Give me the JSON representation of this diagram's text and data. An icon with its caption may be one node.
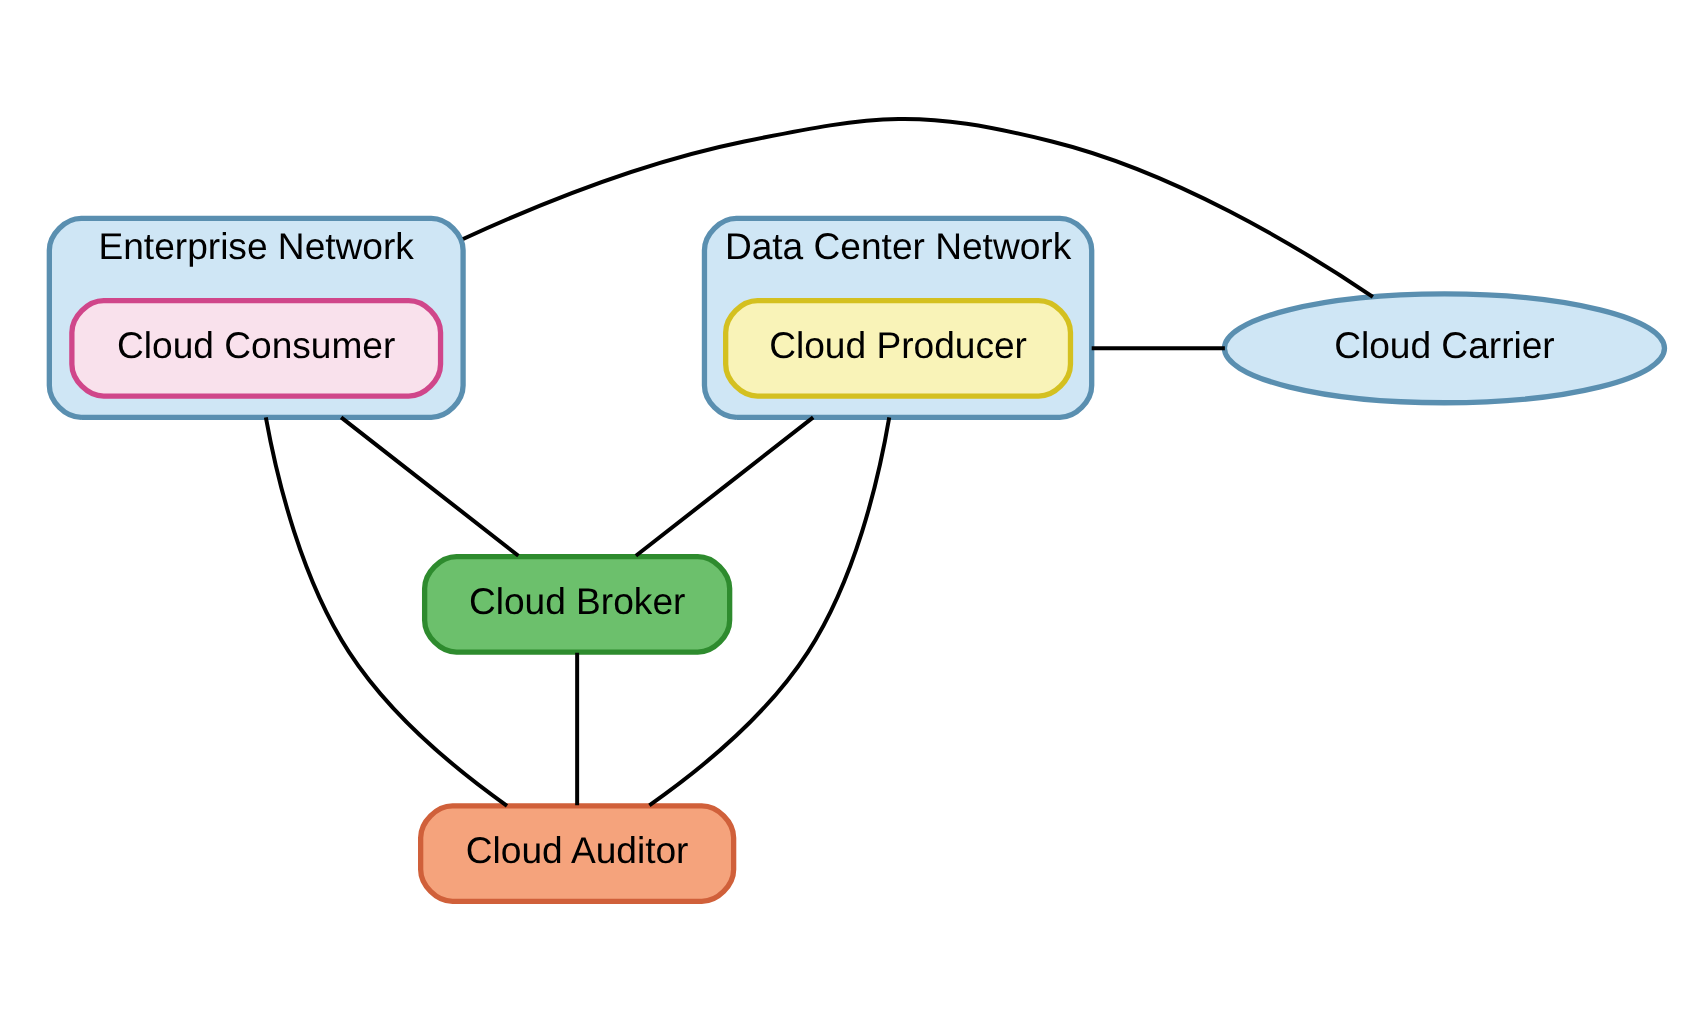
{
  "diagram": {
    "nodes": [
      {
        "text": [
          "Enterprise Network"
        ]
      },
      {
        "text": [
          "Cloud Consumer"
        ],
        "in": 0
      },
      {
        "text": [
          "Cloud Carrier"
        ]
      },
      {
        "text": [
          "Data Center Network"
        ]
      },
      {
        "text": [
          "Cloud Producer"
        ],
        "in": 3
      },
      {
        "text": [
          "Cloud Broker"
        ]
      },
      {
        "text": [
          "Cloud Auditor"
        ]
      }
    ],
    "edges": [
      {
        "from": 0,
        "to": 2,
        "arrow": "none"
      },
      {
        "from": 2,
        "to": 3,
        "arrow": "none"
      },
      {
        "from": 0,
        "to": 5,
        "arrow": "none"
      },
      {
        "from": 3,
        "to": 5,
        "arrow": "none"
      },
      {
        "from": 5,
        "to": 6,
        "arrow": "none"
      },
      {
        "from": 0,
        "to": 6,
        "arrow": "none"
      },
      {
        "from": 3,
        "to": 6,
        "arrow": "none"
      }
    ]
  }
}
